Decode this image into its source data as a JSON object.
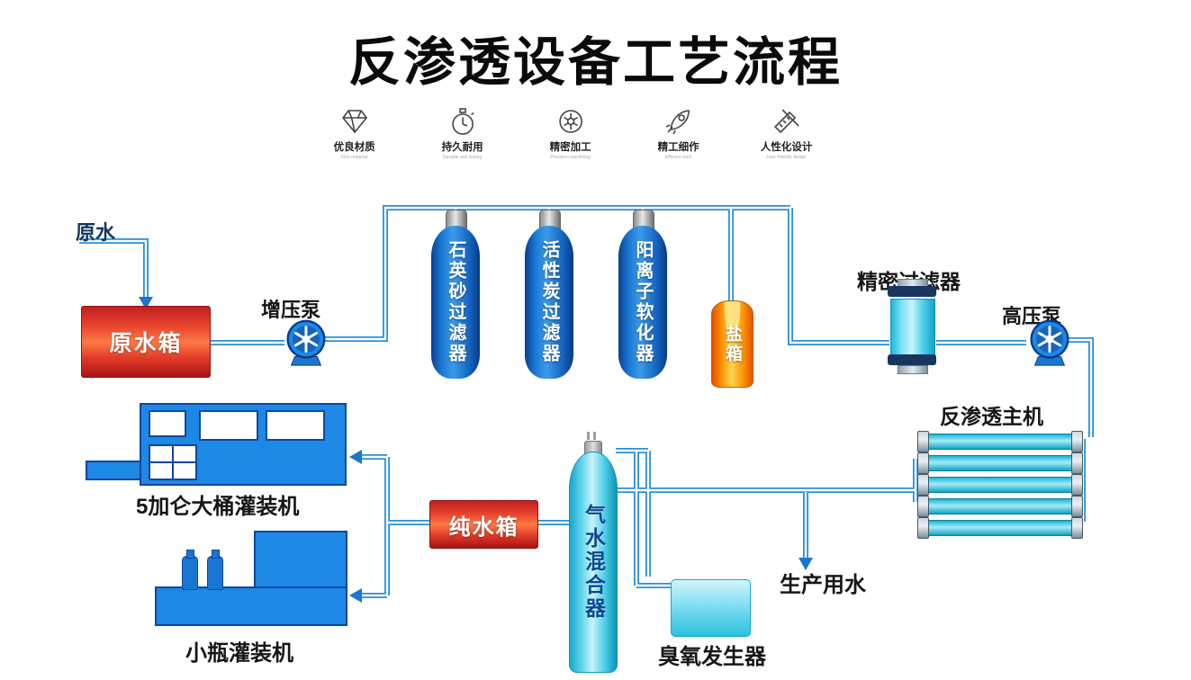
{
  "title": "反渗透设备工艺流程",
  "features": [
    {
      "icon": "diamond-icon",
      "label": "优良材质",
      "sub": "Fine material"
    },
    {
      "icon": "stopwatch-icon",
      "label": "持久耐用",
      "sub": "Durable and lasting"
    },
    {
      "icon": "gear-icon",
      "label": "精密加工",
      "sub": "Precision machining"
    },
    {
      "icon": "rocket-icon",
      "label": "精工细作",
      "sub": "Efficient work"
    },
    {
      "icon": "ruler-icon",
      "label": "人性化设计",
      "sub": "User friendly design"
    }
  ],
  "nodes": {
    "raw_water": "原水",
    "raw_water_tank": "原水箱",
    "booster_pump": "增压泵",
    "quartz_sand_filter": "石英砂过滤器",
    "activated_carbon_filter": "活性炭过滤器",
    "cation_softener": "阳离子软化器",
    "salt_box": "盐箱",
    "precision_filter": "精密过滤器",
    "high_pressure_pump": "高压泵",
    "ro_main_unit": "反渗透主机",
    "production_water": "生产用水",
    "gas_water_mixer": "气水混合器",
    "ozone_generator": "臭氧发生器",
    "pure_water_tank": "纯水箱",
    "barrel_filling_machine": "5加仑大桶灌装机",
    "bottle_filling_machine": "小瓶灌装机"
  },
  "flow": [
    "原水 → 原水箱",
    "原水箱 → 增压泵",
    "增压泵 → 石英砂过滤器",
    "石英砂过滤器 → 活性炭过滤器",
    "活性炭过滤器 → 阳离子软化器",
    "盐箱 → 阳离子软化器",
    "阳离子软化器 → 精密过滤器",
    "精密过滤器 → 高压泵",
    "高压泵 → 反渗透主机",
    "反渗透主机 → 生产用水",
    "反渗透主机 → 气水混合器",
    "臭氧发生器 → 气水混合器",
    "气水混合器 → 纯水箱",
    "纯水箱 → 5加仑大桶灌装机",
    "纯水箱 → 小瓶灌装机"
  ],
  "colors": {
    "pipe": "#2a8fd8",
    "tank_blue": "#1565c0",
    "hot_tank_red": "#e0392a",
    "salt_orange": "#fb8c00",
    "cyan_equipment": "#35c6e3",
    "machine_blue": "#1e88e5"
  }
}
